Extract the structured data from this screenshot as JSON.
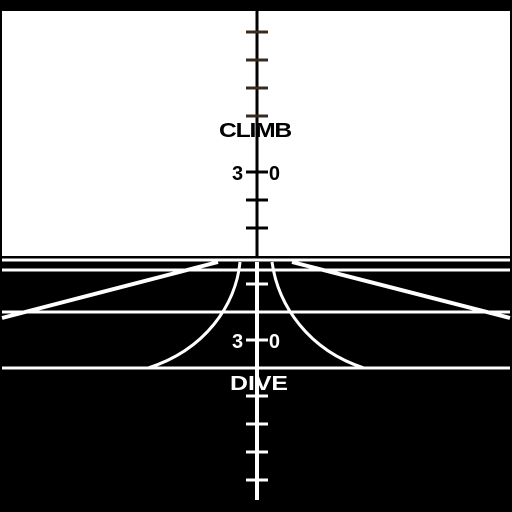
{
  "instrument": {
    "climb_label": "CLIMB",
    "dive_label": "DIVE",
    "upper_pitch_value": "30",
    "lower_pitch_value": "30"
  },
  "colors": {
    "frame": "#000000",
    "sky": "#ffffff",
    "ground": "#000000",
    "sky_ladder": "#000000",
    "sky_tick": "#3a2a1e",
    "ground_lines": "#ffffff"
  }
}
